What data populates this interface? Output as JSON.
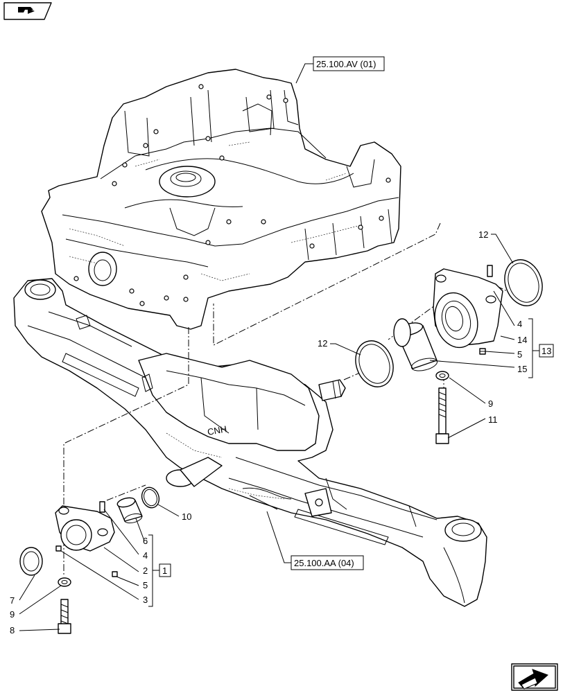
{
  "references": {
    "frame": "25.100.AV (01)",
    "axle": "25.100.AA (04)"
  },
  "callouts": {
    "c12_top": "12",
    "c12_mid": "12",
    "c4_right": "4",
    "c14": "14",
    "c5_right": "5",
    "c15": "15",
    "c9_right": "9",
    "c11": "11",
    "c10": "10",
    "c6": "6",
    "c4_left": "4",
    "c2": "2",
    "c5_left": "5",
    "c3": "3",
    "c7": "7",
    "c9_left": "9",
    "c8": "8"
  },
  "groups": {
    "kit_right": "13",
    "kit_left": "1"
  },
  "brand_mark": "CNH",
  "icons": {
    "top_left": "book-pointer-icon",
    "bottom_right": "next-page-arrow-icon"
  }
}
